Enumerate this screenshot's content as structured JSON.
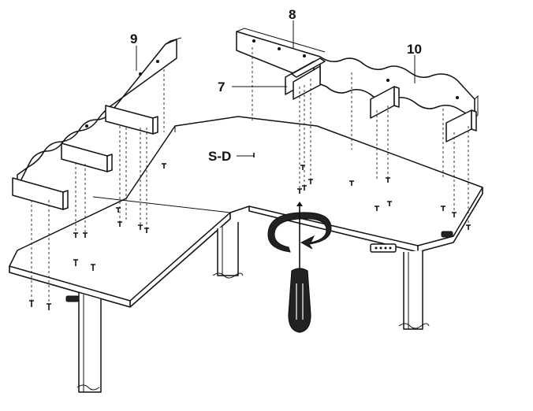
{
  "labels": {
    "panel_9": "9",
    "panel_8": "8",
    "bracket_7": "7",
    "panel_10": "10",
    "screw": "S-D"
  }
}
